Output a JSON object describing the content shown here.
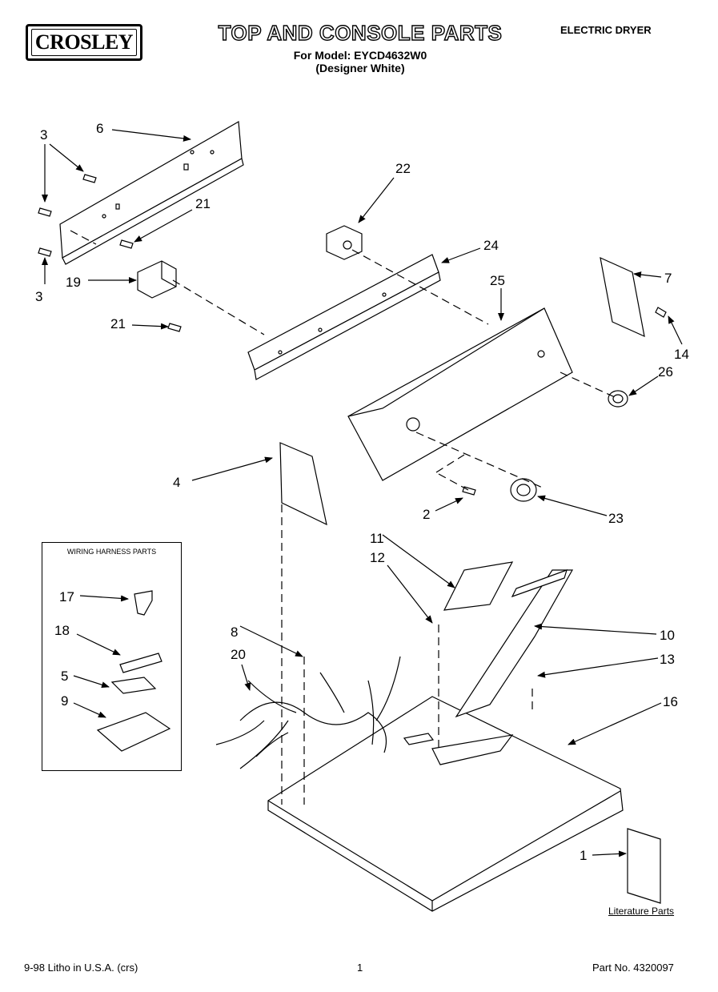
{
  "header": {
    "brand": "CROSLEY",
    "title": "TOP AND CONSOLE PARTS",
    "model_line": "For Model: EYCD4632W0",
    "color_line": "(Designer White)",
    "doc_type": "ELECTRIC DRYER"
  },
  "harness_box": {
    "title": "WIRING HARNESS PARTS"
  },
  "literature_label": "Literature Parts",
  "footer": {
    "left": "9-98 Litho in U.S.A. (crs)",
    "center": "1",
    "right": "Part No. 4320097"
  },
  "callouts": [
    {
      "id": "c3a",
      "label": "3"
    },
    {
      "id": "c6",
      "label": "6"
    },
    {
      "id": "c3b",
      "label": "3"
    },
    {
      "id": "c21a",
      "label": "21"
    },
    {
      "id": "c19",
      "label": "19"
    },
    {
      "id": "c21b",
      "label": "21"
    },
    {
      "id": "c22",
      "label": "22"
    },
    {
      "id": "c24",
      "label": "24"
    },
    {
      "id": "c25",
      "label": "25"
    },
    {
      "id": "c7",
      "label": "7"
    },
    {
      "id": "c14",
      "label": "14"
    },
    {
      "id": "c26",
      "label": "26"
    },
    {
      "id": "c4",
      "label": "4"
    },
    {
      "id": "c2",
      "label": "2"
    },
    {
      "id": "c23",
      "label": "23"
    },
    {
      "id": "c11",
      "label": "11"
    },
    {
      "id": "c12",
      "label": "12"
    },
    {
      "id": "c10",
      "label": "10"
    },
    {
      "id": "c13",
      "label": "13"
    },
    {
      "id": "c16",
      "label": "16"
    },
    {
      "id": "c17",
      "label": "17"
    },
    {
      "id": "c18",
      "label": "18"
    },
    {
      "id": "c5",
      "label": "5"
    },
    {
      "id": "c9",
      "label": "9"
    },
    {
      "id": "c8",
      "label": "8"
    },
    {
      "id": "c20",
      "label": "20"
    },
    {
      "id": "c1",
      "label": "1"
    }
  ]
}
